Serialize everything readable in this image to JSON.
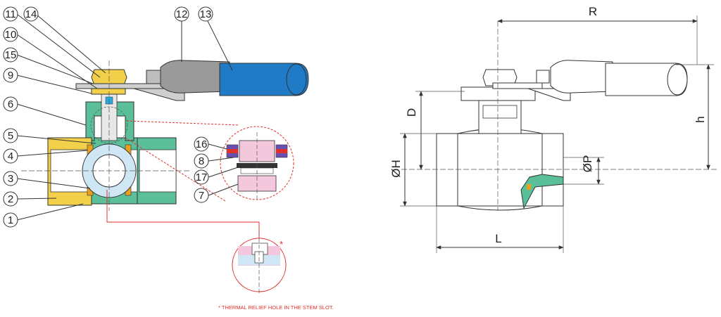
{
  "callouts": [
    "1",
    "2",
    "3",
    "4",
    "5",
    "6",
    "7",
    "8",
    "9",
    "10",
    "11",
    "12",
    "13",
    "14",
    "15",
    "16",
    "17"
  ],
  "dimensions": {
    "R": "R",
    "D": "D",
    "h": "h",
    "OH": "ØH",
    "OP": "ØP",
    "L": "L"
  },
  "detail_marker": "*",
  "note": "* THERMAL RELIEF HOLE IN THE STEM SLOT.",
  "colors": {
    "body": "#5bbf9a",
    "handle_grip": "#1f7bc6",
    "brass": "#f2d04a",
    "seal_orange": "#e8a020",
    "pink": "#f3c7dc",
    "ball": "#cfe6f5",
    "red": "#e0302a",
    "grey": "#9a9a9a"
  }
}
